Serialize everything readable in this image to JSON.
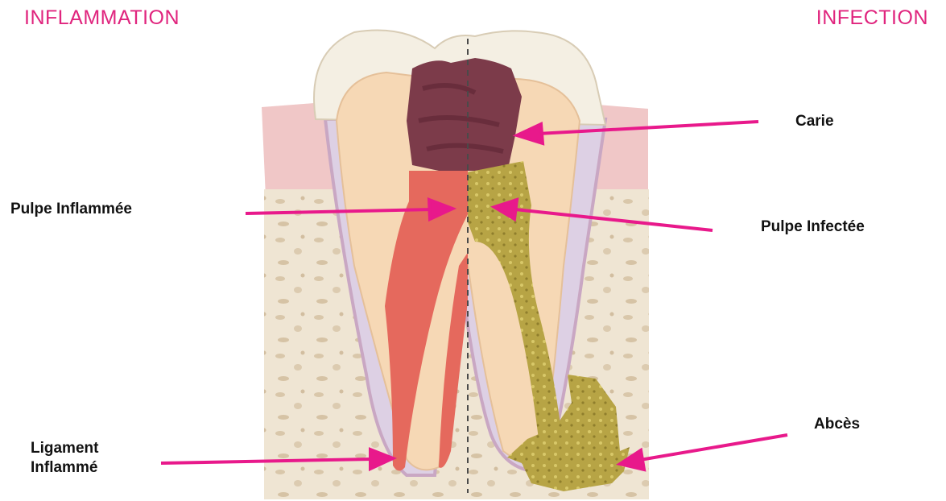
{
  "titles": {
    "left": "INFLAMMATION",
    "right": "INFECTION"
  },
  "labels": {
    "carie": "Carie",
    "pulpe_inflammee": "Pulpe Inflammée",
    "pulpe_infectee": "Pulpe Infectée",
    "abces": "Abcès",
    "ligament_line1": "Ligament",
    "ligament_line2": "Inflammé"
  },
  "colors": {
    "accent_pink": "#e0257e",
    "arrow_magenta": "#e8198b",
    "enamel": "#f4efe4",
    "dentin": "#f6d7b3",
    "caries": "#7a3a48",
    "pulp_inflamed": "#e2685d",
    "pulp_infected": "#b9a642",
    "gum": "#eec3c3",
    "bone": "#ede3d2"
  }
}
